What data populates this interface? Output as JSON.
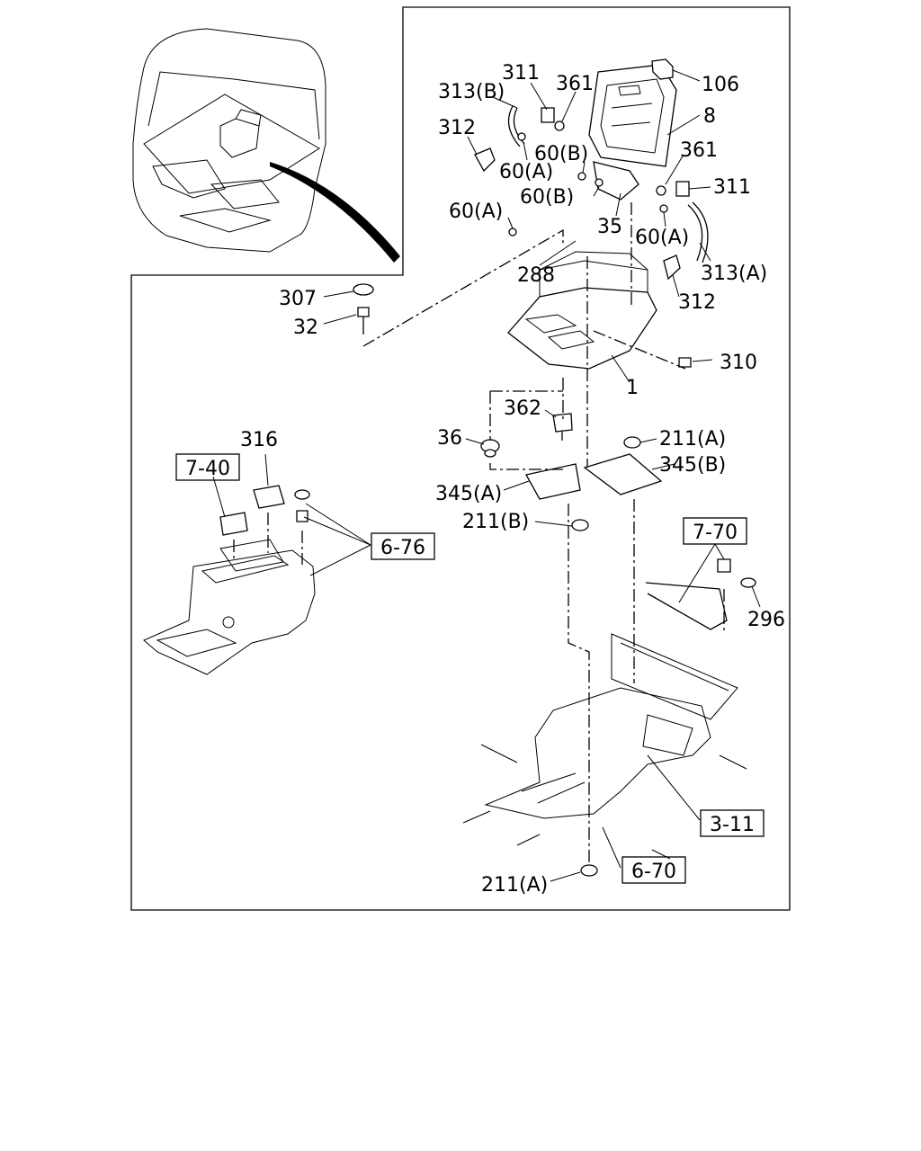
{
  "callouts": [
    {
      "id": "313B",
      "text": "313(B)"
    },
    {
      "id": "311a",
      "text": "311"
    },
    {
      "id": "361a",
      "text": "361"
    },
    {
      "id": "106",
      "text": "106"
    },
    {
      "id": "312a",
      "text": "312"
    },
    {
      "id": "8",
      "text": "8"
    },
    {
      "id": "60Ba",
      "text": "60(B)"
    },
    {
      "id": "60Aa",
      "text": "60(A)"
    },
    {
      "id": "361b",
      "text": "361"
    },
    {
      "id": "60Bb",
      "text": "60(B)"
    },
    {
      "id": "311b",
      "text": "311"
    },
    {
      "id": "60Ab",
      "text": "60(A)"
    },
    {
      "id": "35",
      "text": "35"
    },
    {
      "id": "60Ac",
      "text": "60(A)"
    },
    {
      "id": "288",
      "text": "288"
    },
    {
      "id": "313A",
      "text": "313(A)"
    },
    {
      "id": "307",
      "text": "307"
    },
    {
      "id": "312b",
      "text": "312"
    },
    {
      "id": "32",
      "text": "32"
    },
    {
      "id": "310",
      "text": "310"
    },
    {
      "id": "1",
      "text": "1"
    },
    {
      "id": "362",
      "text": "362"
    },
    {
      "id": "316",
      "text": "316"
    },
    {
      "id": "36",
      "text": "36"
    },
    {
      "id": "211Aa",
      "text": "211(A)"
    },
    {
      "id": "345B",
      "text": "345(B)"
    },
    {
      "id": "345A",
      "text": "345(A)"
    },
    {
      "id": "211B",
      "text": "211(B)"
    },
    {
      "id": "296",
      "text": "296"
    },
    {
      "id": "211Ab",
      "text": "211(A)"
    }
  ],
  "references": [
    {
      "id": "7-40",
      "text": "7-40"
    },
    {
      "id": "6-76",
      "text": "6-76"
    },
    {
      "id": "7-70",
      "text": "7-70"
    },
    {
      "id": "3-11",
      "text": "3-11"
    },
    {
      "id": "6-70",
      "text": "6-70"
    }
  ]
}
